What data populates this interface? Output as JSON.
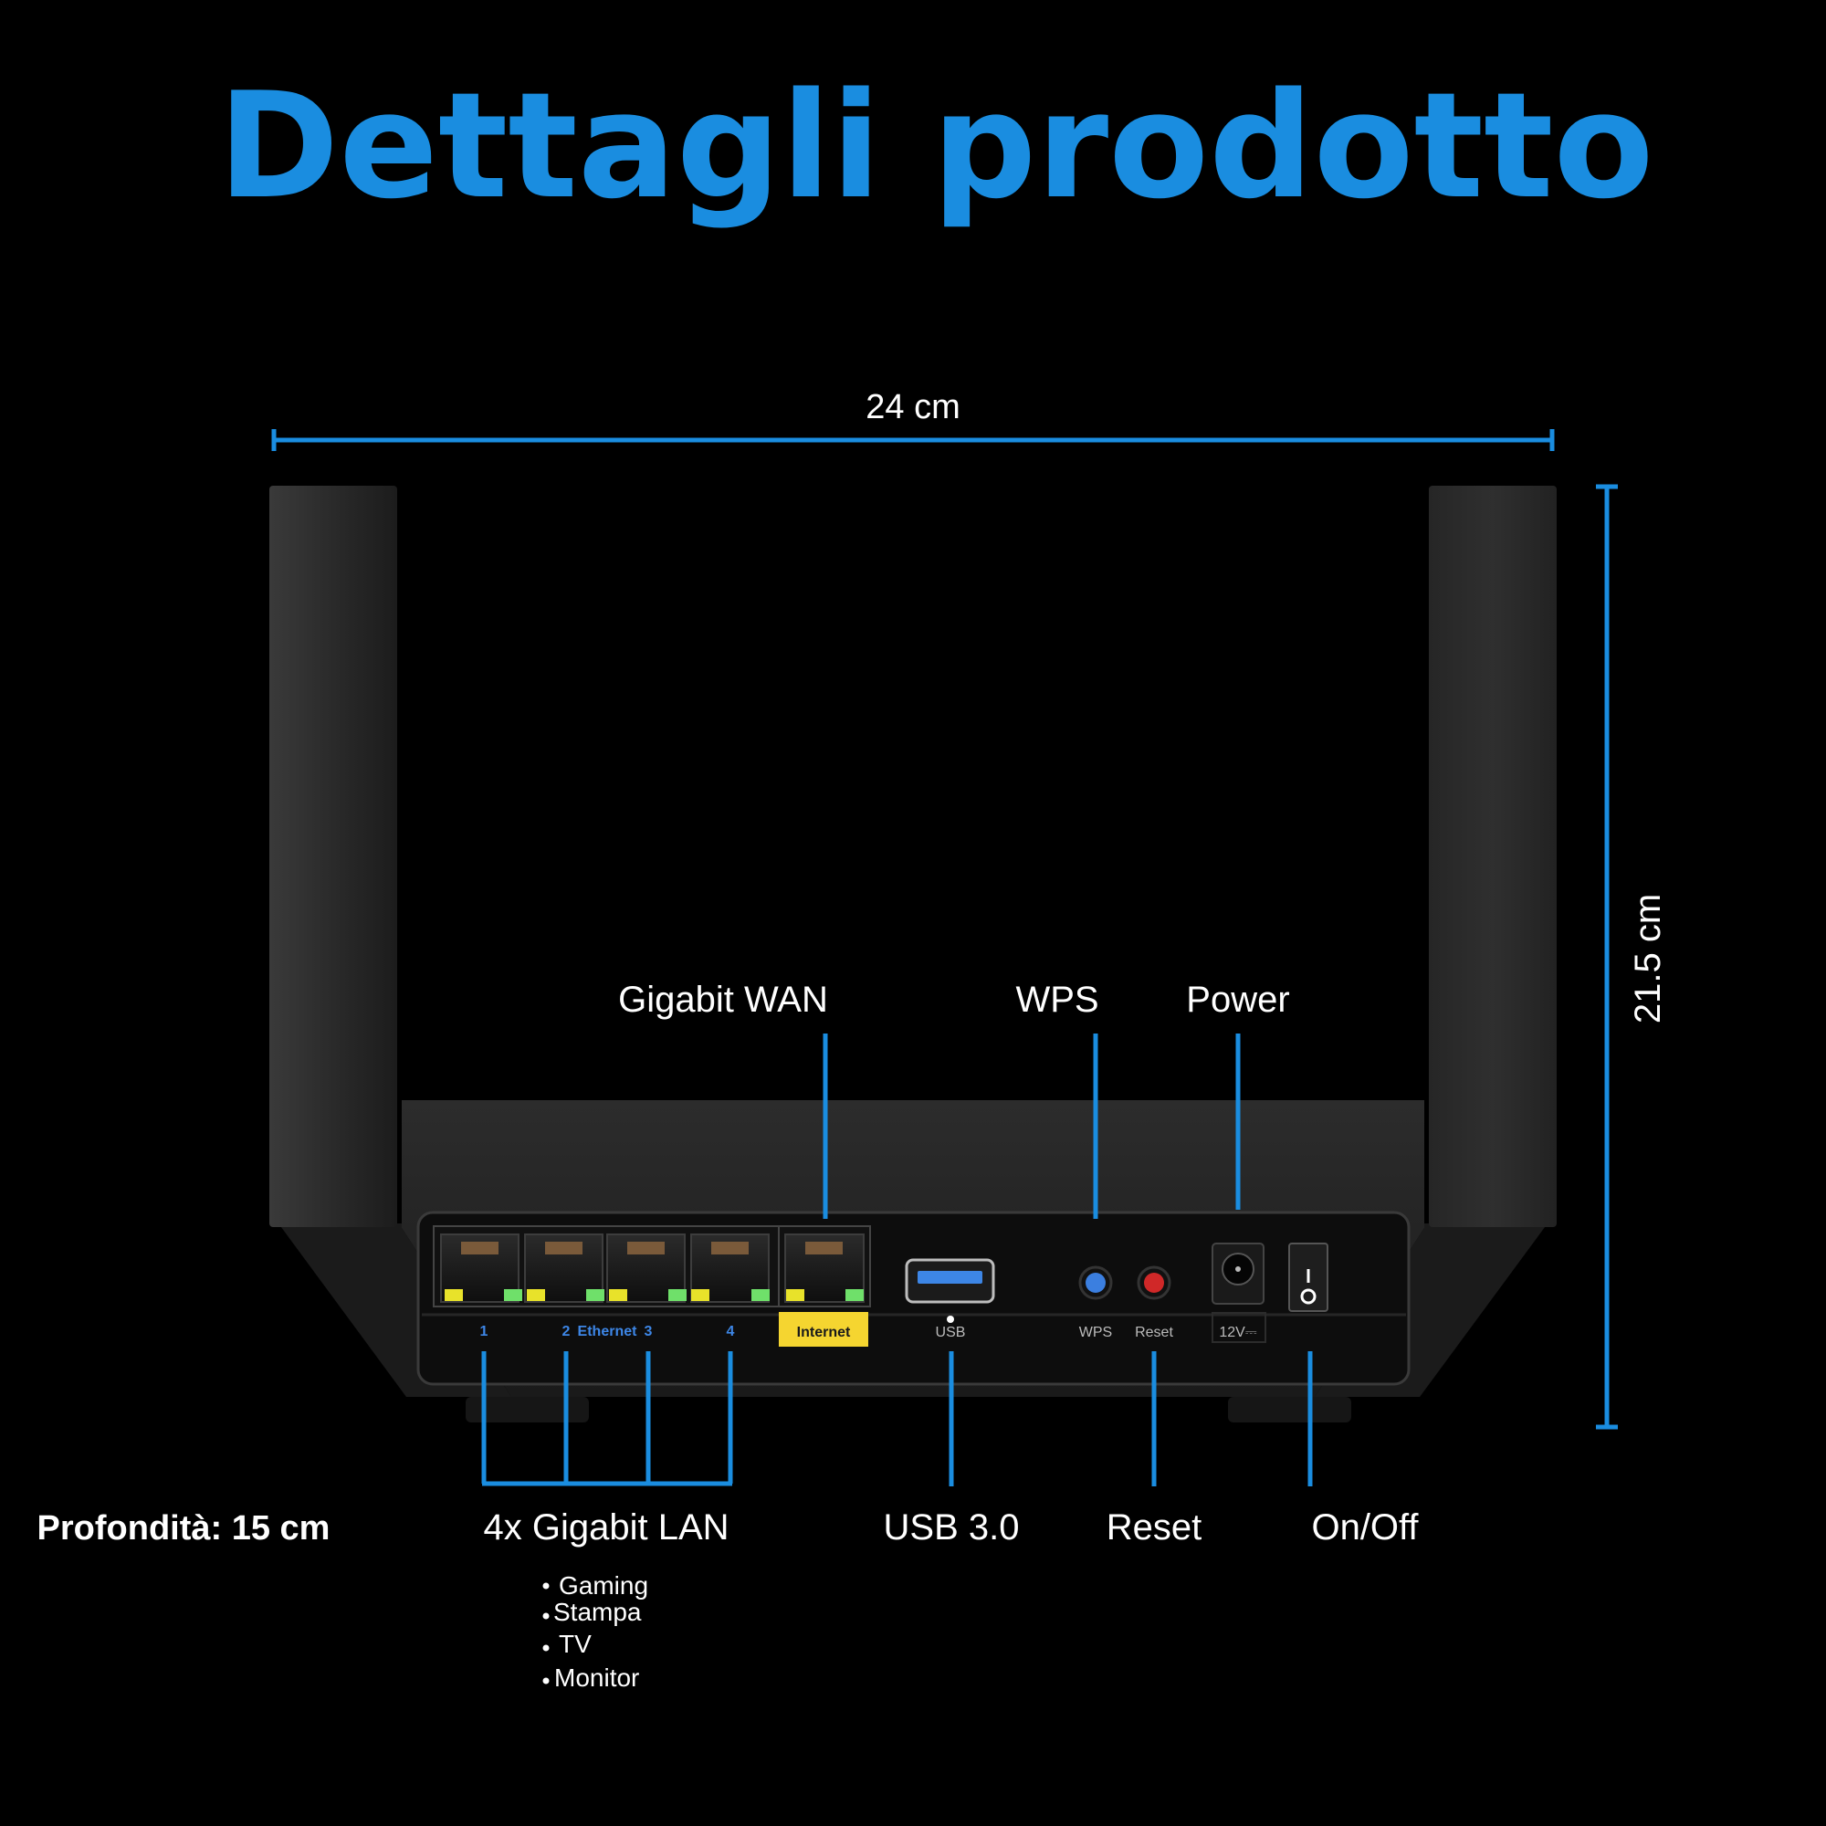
{
  "page": {
    "title": "Dettagli prodotto",
    "accent_color": "#1a8de0",
    "background": "#000000"
  },
  "dimensions": {
    "width": "24 cm",
    "height": "21.5 cm",
    "depth": "Profondità: 15 cm"
  },
  "callouts_top": {
    "wan": "Gigabit WAN",
    "wps": "WPS",
    "power": "Power"
  },
  "callouts_bottom": {
    "lan": "4x Gigabit LAN",
    "usb": "USB 3.0",
    "reset": "Reset",
    "onoff": "On/Off"
  },
  "lan_uses": [
    "Gaming",
    "Stampa",
    "TV",
    "Monitor"
  ],
  "panel_labels": {
    "port1": "1",
    "port2": "2",
    "ethernet": "Ethernet",
    "port3": "3",
    "port4": "4",
    "internet": "Internet",
    "usb": "USB",
    "wps": "WPS",
    "reset": "Reset",
    "dc": "12V⎓"
  },
  "status_colors": {
    "internet_tag": "#f5d530",
    "led_yellow": "#e8e22a",
    "led_green": "#6fe06a",
    "wps_button": "#3b7fe0",
    "reset_button": "#d02828"
  },
  "icons": [
    "antenna",
    "ethernet-port",
    "usb-port",
    "wps-button",
    "reset-button",
    "dc-jack",
    "power-switch"
  ]
}
